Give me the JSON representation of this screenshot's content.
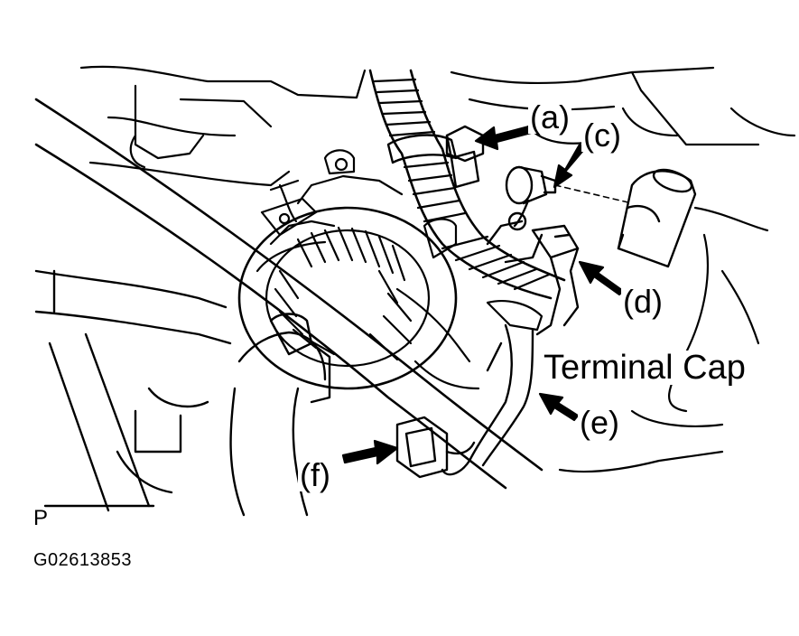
{
  "diagram": {
    "callouts": {
      "a": "(a)",
      "c": "(c)",
      "d": "(d)",
      "e": "(e)",
      "f": "(f)"
    },
    "terminal_cap_label": "Terminal Cap",
    "view_tag": "P",
    "figure_id": "G02613853"
  },
  "colors": {
    "line": "#000000",
    "paper": "#ffffff"
  }
}
